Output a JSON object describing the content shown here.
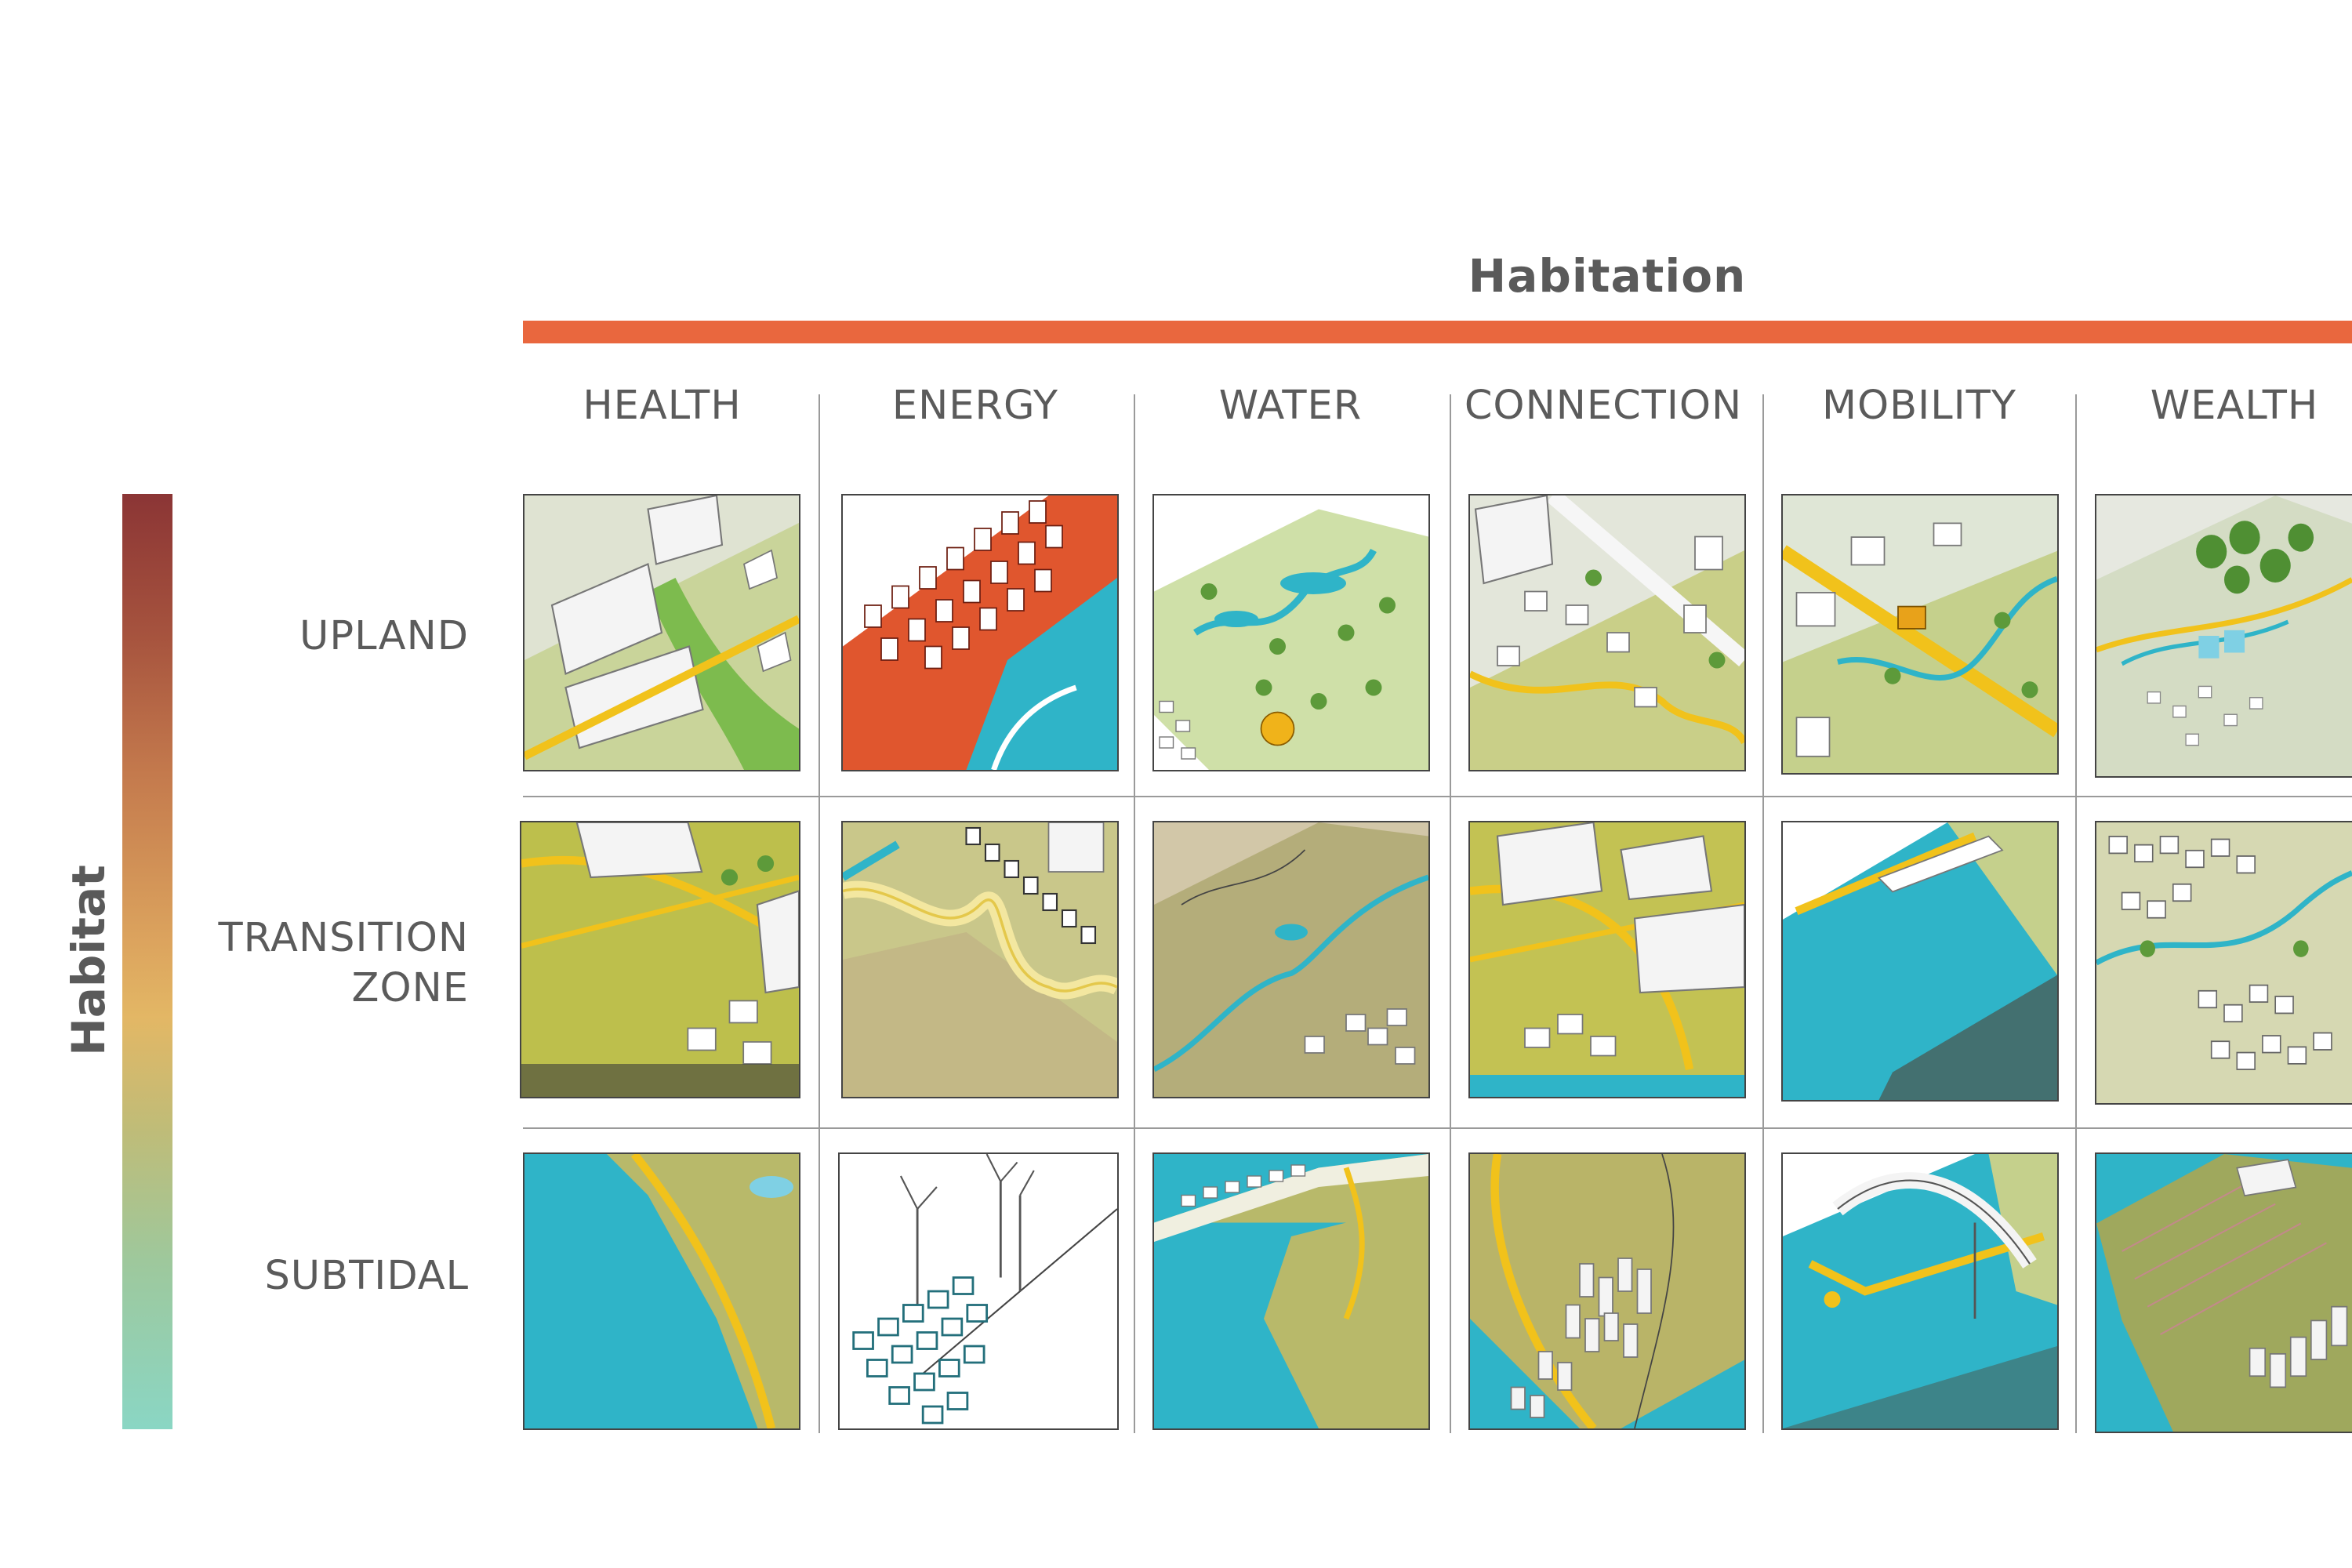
{
  "top_axis": {
    "title": "Habitation"
  },
  "side_axis": {
    "title": "Habitat"
  },
  "columns": [
    {
      "label": "HEALTH"
    },
    {
      "label": "ENERGY"
    },
    {
      "label": "WATER"
    },
    {
      "label": "CONNECTION"
    },
    {
      "label": "MOBILITY"
    },
    {
      "label": "WEALTH"
    }
  ],
  "rows": [
    {
      "lines": [
        "UPLAND"
      ]
    },
    {
      "lines": [
        "TRANSITION",
        "ZONE"
      ]
    },
    {
      "lines": [
        "SUBTIDAL"
      ]
    }
  ],
  "colors": {
    "accent_bar": "#e9673e",
    "water": "#2fb4c8",
    "grass": "#b9c256",
    "path": "#f1c21b",
    "gradient_top": "#8b3535",
    "gradient_bottom": "#8ad6c4"
  }
}
